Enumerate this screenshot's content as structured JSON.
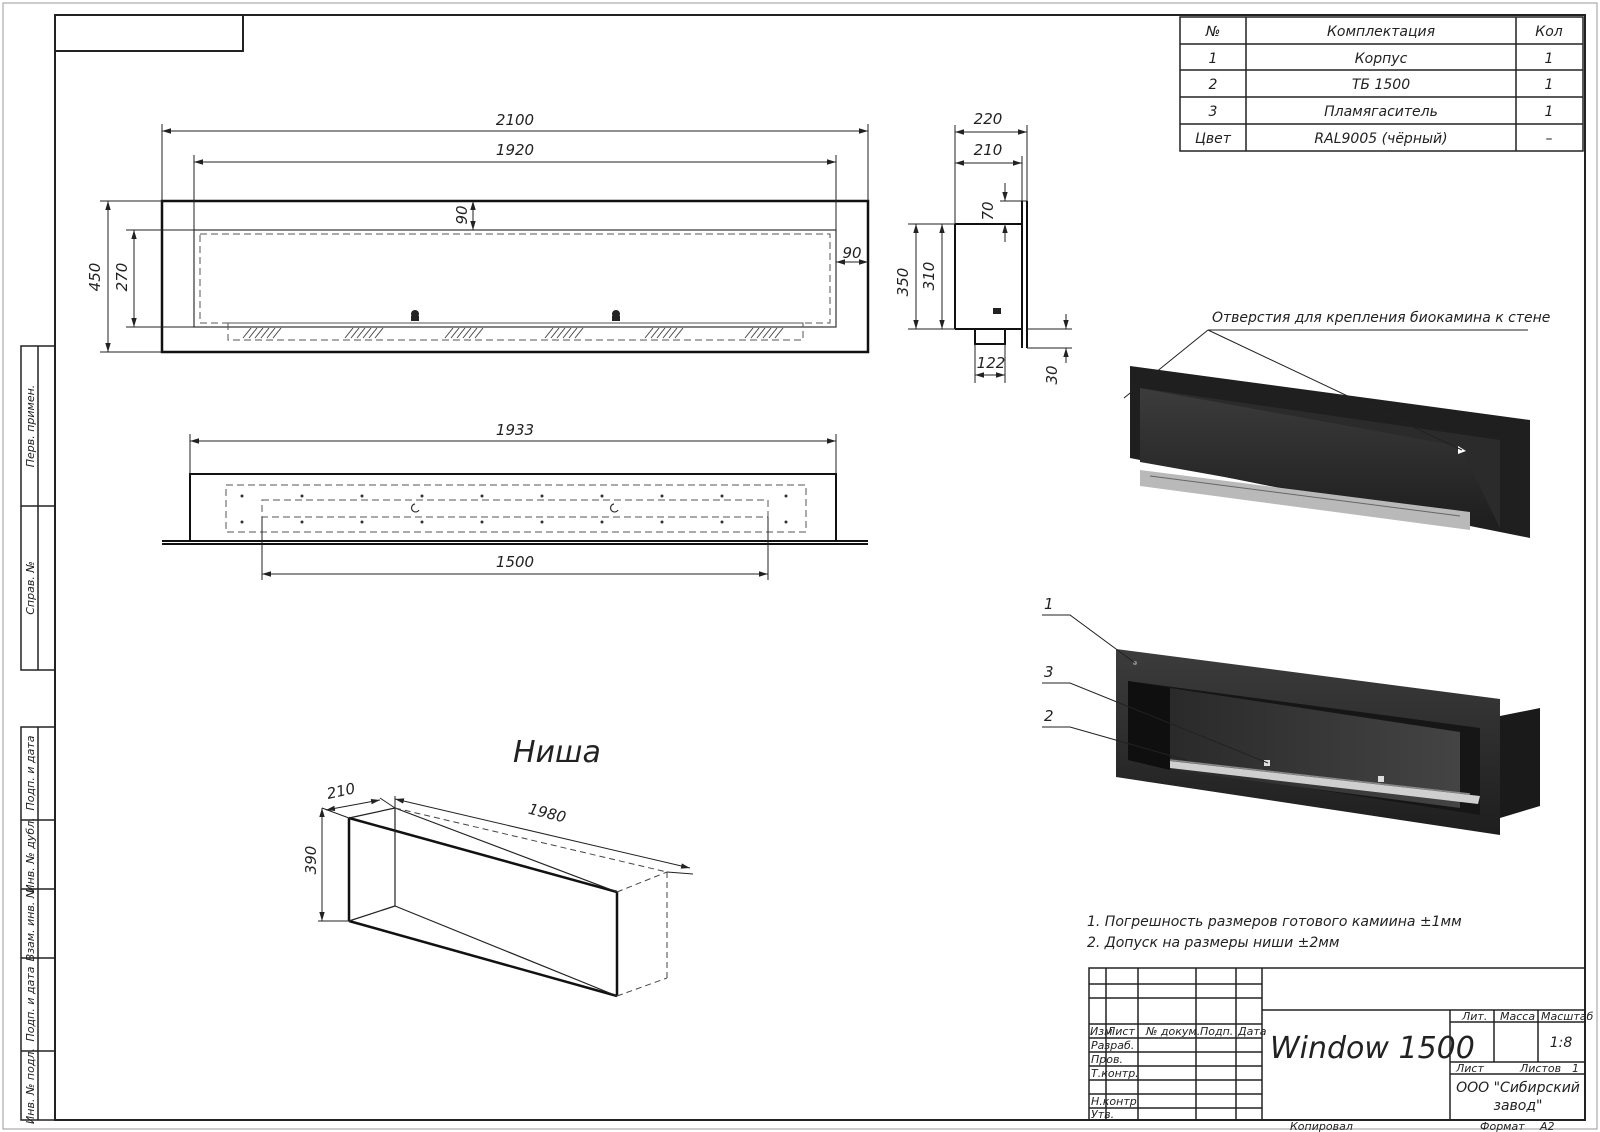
{
  "components_table": {
    "headers": [
      "№",
      "Комплектация",
      "Кол"
    ],
    "rows": [
      [
        "1",
        "Корпус",
        "1"
      ],
      [
        "2",
        "ТБ 1500",
        "1"
      ],
      [
        "3",
        "Пламягаситель",
        "1"
      ],
      [
        "Цвет",
        "RAL9005 (чёрный)",
        "–"
      ]
    ]
  },
  "front_view": {
    "d_2100": "2100",
    "d_1920": "1920",
    "d_90_top": "90",
    "d_90_side": "90",
    "d_450": "450",
    "d_270": "270"
  },
  "side_view": {
    "d_220": "220",
    "d_210": "210",
    "d_70": "70",
    "d_350": "350",
    "d_310": "310",
    "d_122": "122",
    "d_30": "30"
  },
  "bottom_view": {
    "d_1933": "1933",
    "d_1500": "1500"
  },
  "mount_note": "Отверстия для крепления биокамина к стене",
  "callouts": [
    "1",
    "3",
    "2"
  ],
  "niche": {
    "title": "Ниша",
    "d_210": "210",
    "d_1980": "1980",
    "d_390": "390"
  },
  "notes": [
    "1. Погрешность размеров готового камиина ±1мм",
    "2. Допуск на размеры ниши ±2мм"
  ],
  "side_stamp": [
    "Перв. примен.",
    "Справ. №",
    "Подп. и дата",
    "Инв. № дубл.",
    "Взам. инв. №",
    "Подп. и дата",
    "Инв. № подл."
  ],
  "title_block": {
    "title": "Window 1500",
    "col_heads": [
      "Изм",
      "Лист",
      "№ докум.",
      "Подп.",
      "Дата"
    ],
    "rows": [
      "Разраб.",
      "Пров.",
      "Т.контр.",
      "Н.контр.",
      "Утв."
    ],
    "lit": "Лит.",
    "mass": "Масса",
    "scale_label": "Масштаб",
    "scale": "1:8",
    "sheet": "Лист",
    "sheets": "Листов",
    "sheets_val": "1",
    "org": [
      "ООО \"Сибирский",
      "завод\""
    ],
    "copied": "Копировал",
    "format": "Формат",
    "format_val": "А2"
  }
}
